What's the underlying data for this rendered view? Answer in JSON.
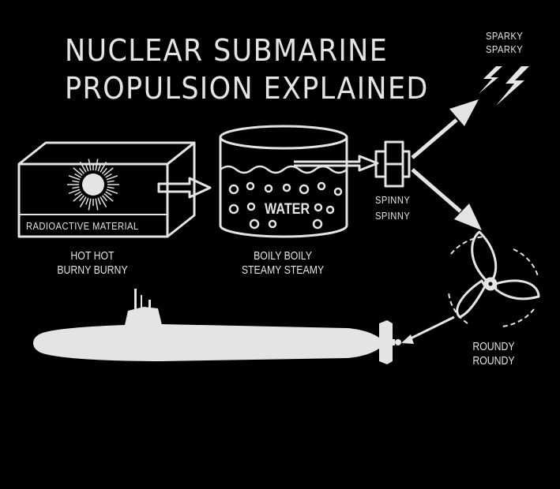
{
  "title": {
    "line1": "NUCLEAR SUBMARINE",
    "line2": "PROPULSION EXPLAINED"
  },
  "labels": {
    "sparky_1": "SPARKY",
    "sparky_2": "SPARKY",
    "radioactive": "RADIOACTIVE MATERIAL",
    "water": "WATER",
    "spinny_1": "SPINNY",
    "spinny_2": "SPINNY",
    "hot_1": "HOT HOT",
    "hot_2": "BURNY BURNY",
    "boily_1": "BOILY BOILY",
    "boily_2": "STEAMY STEAMY",
    "roundy_1": "ROUNDY",
    "roundy_2": "ROUNDY"
  },
  "colors": {
    "background": "#000000",
    "ink": "#e4e4e4"
  },
  "icons": [
    "box-icon",
    "explosion-icon",
    "boiler-icon",
    "turbine-icon",
    "lightning-icon",
    "propeller-icon",
    "submarine-icon",
    "arrow-icon"
  ]
}
